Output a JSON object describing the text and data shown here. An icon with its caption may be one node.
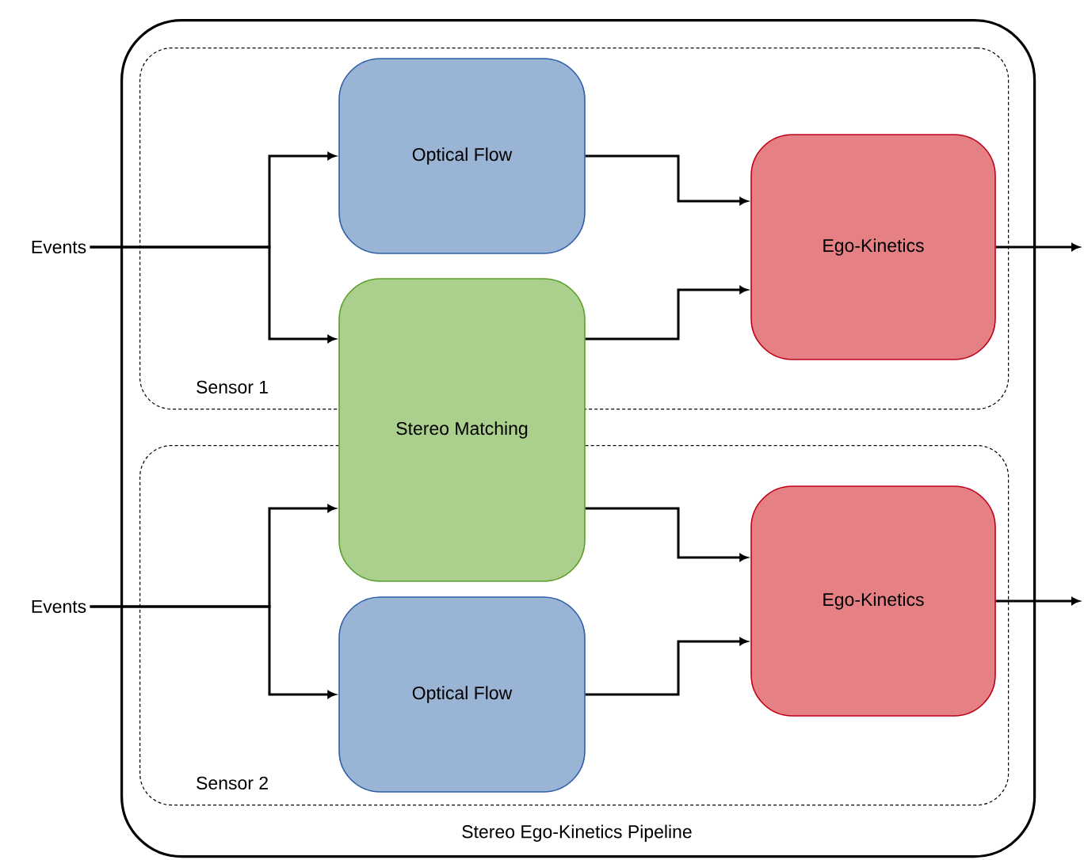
{
  "diagram": {
    "nodes": [
      {
        "text": [
          "Stereo Ego-Kinetics Pipeline"
        ]
      },
      {
        "text": [
          "Sensor 1"
        ],
        "in": 0
      },
      {
        "text": [
          "Sensor 2"
        ],
        "in": 0
      },
      {
        "text": [
          "Optical Flow"
        ],
        "in": 1
      },
      {
        "text": [
          "Stereo Matching"
        ],
        "in": 0
      },
      {
        "text": [
          "Ego-Kinetics"
        ],
        "in": 1
      },
      {
        "text": [
          "Optical Flow"
        ],
        "in": 2
      },
      {
        "text": [
          "Ego-Kinetics"
        ],
        "in": 2
      },
      {
        "text": [
          "Events"
        ]
      },
      {
        "text": [
          "Events"
        ]
      }
    ],
    "edges": [
      {
        "from": 8,
        "to": 3,
        "arrow": "to"
      },
      {
        "from": 8,
        "to": 4,
        "arrow": "to"
      },
      {
        "from": 3,
        "to": 5,
        "arrow": "to"
      },
      {
        "from": 4,
        "to": 5,
        "arrow": "to"
      },
      {
        "from": 5,
        "to": null,
        "arrow": "to"
      },
      {
        "from": 9,
        "to": 4,
        "arrow": "to"
      },
      {
        "from": 9,
        "to": 6,
        "arrow": "to"
      },
      {
        "from": 4,
        "to": 7,
        "arrow": "to"
      },
      {
        "from": 6,
        "to": 7,
        "arrow": "to"
      },
      {
        "from": 7,
        "to": null,
        "arrow": "to"
      }
    ]
  }
}
